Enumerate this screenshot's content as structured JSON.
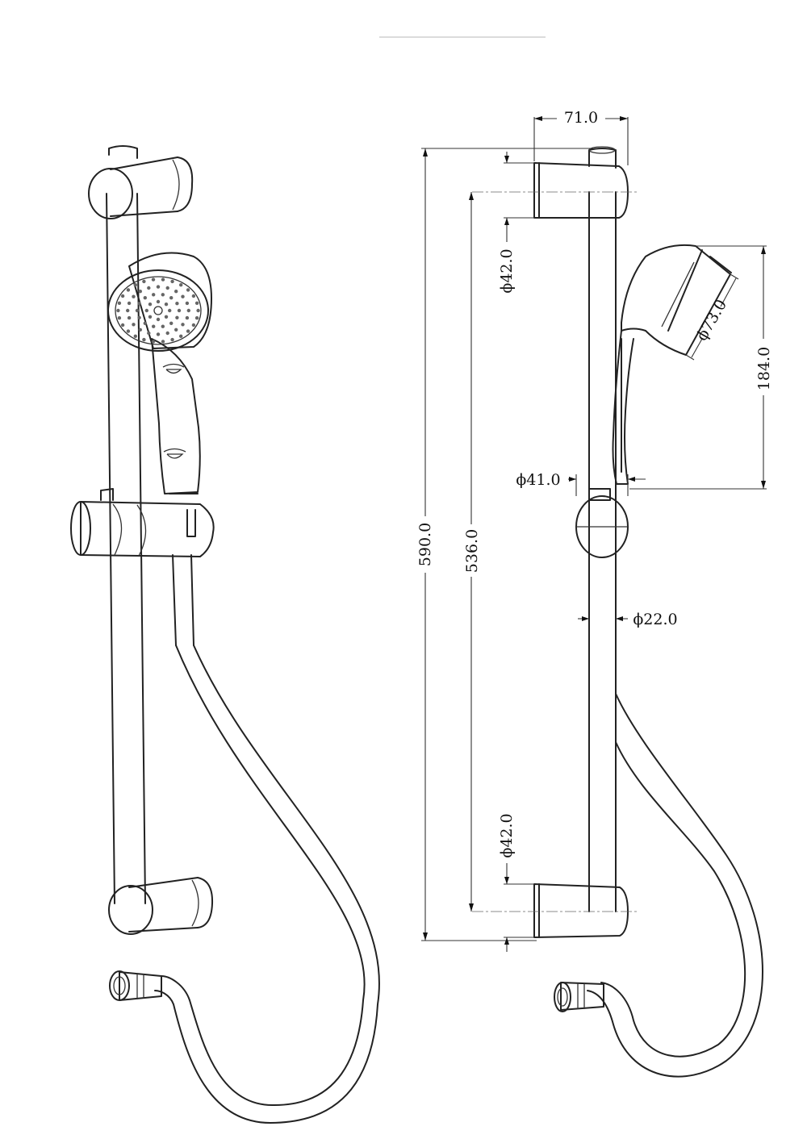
{
  "dimensions": {
    "width_71": "71.0",
    "dia_42_top": "ϕ42.0",
    "dia_73": "ϕ73.0",
    "height_184": "184.0",
    "dia_41": "ϕ41.0",
    "height_590": "590.0",
    "height_536": "536.0",
    "dia_22": "ϕ22.0",
    "dia_42_bottom": "ϕ42.0"
  },
  "colors": {
    "line": "#222222",
    "background": "#ffffff"
  }
}
